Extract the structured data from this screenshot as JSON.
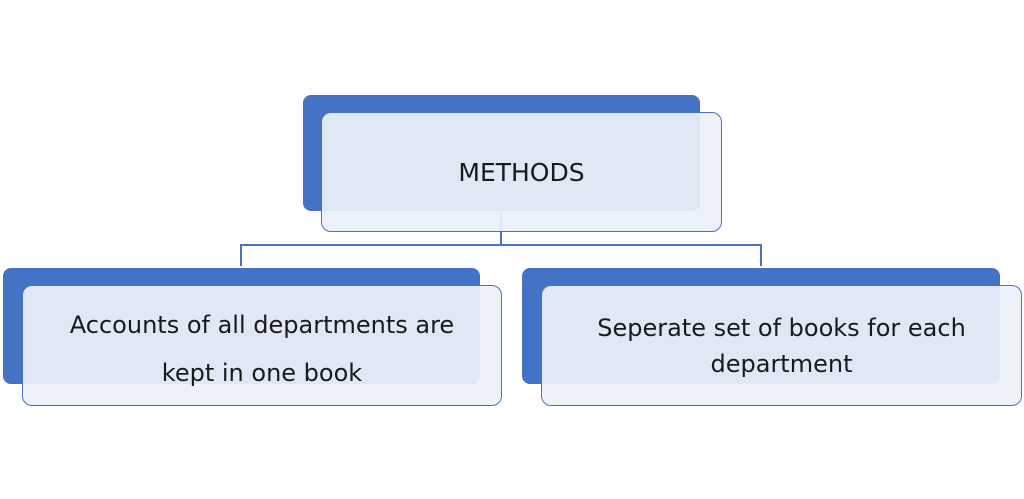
{
  "diagram": {
    "root": {
      "label": "METHODS"
    },
    "children": [
      {
        "label": "Accounts of all departments are kept in one book"
      },
      {
        "label": "Seperate set of books for each department"
      }
    ],
    "colors": {
      "accent": "#4472c4",
      "box_fill": "#ecf1fa",
      "border": "#4a72c0",
      "text": "#1a1a1a"
    }
  }
}
